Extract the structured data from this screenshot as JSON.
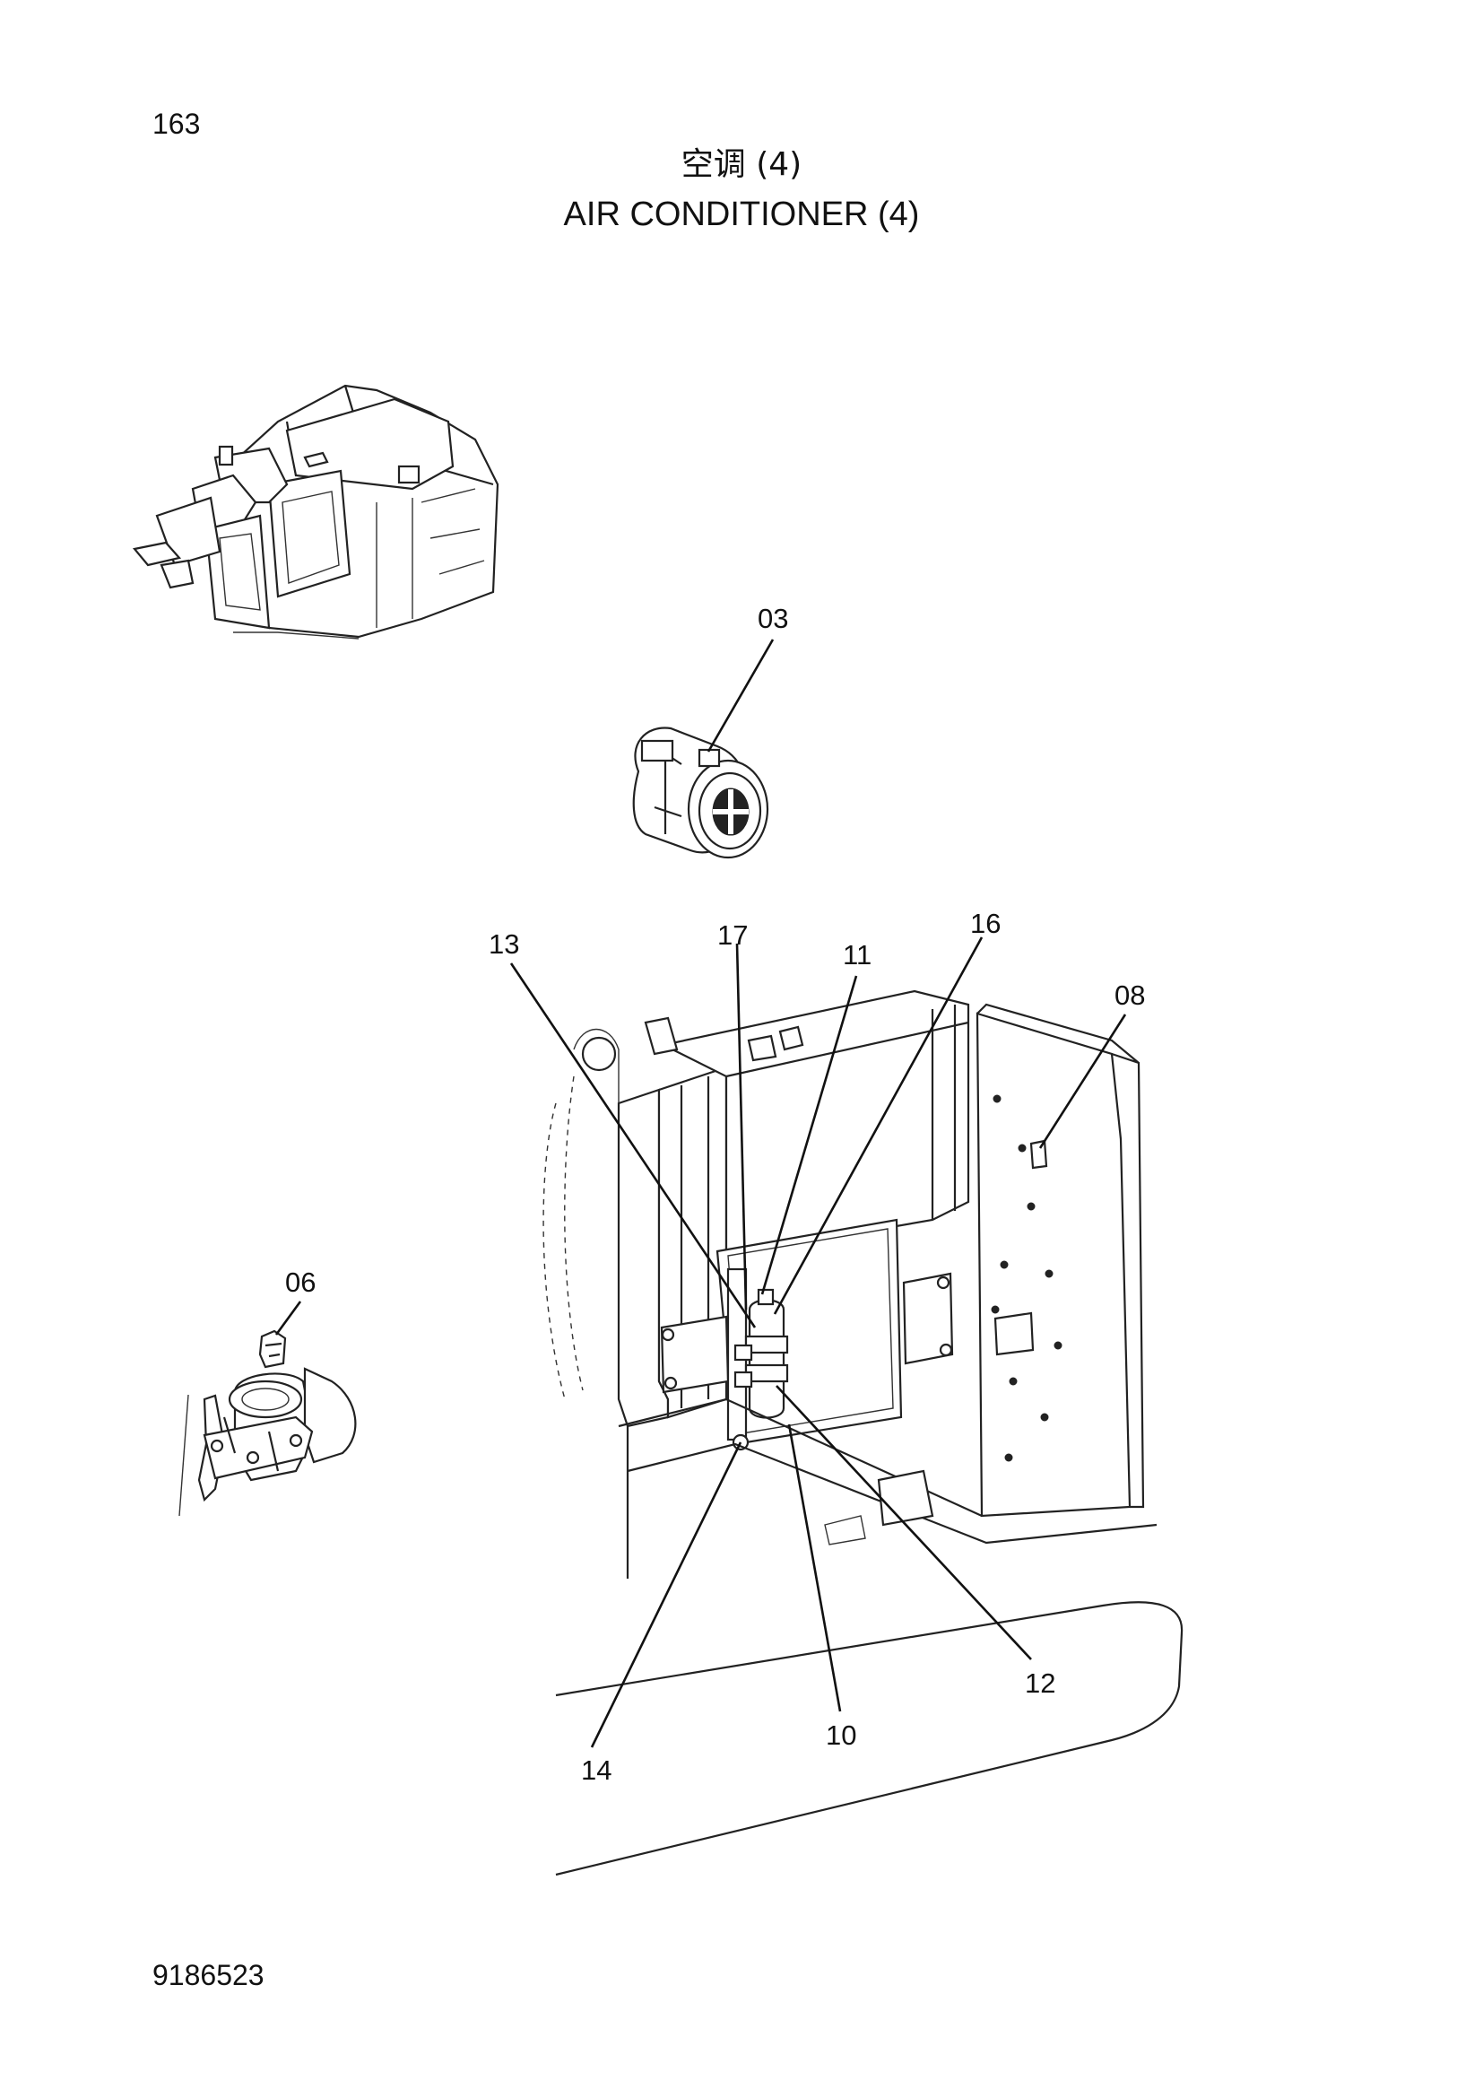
{
  "page_number": "163",
  "title_cn": "空调 (4)",
  "title_en": "AIR CONDITIONER (4)",
  "doc_number": "9186523",
  "callouts": [
    "03",
    "06",
    "08",
    "10",
    "11",
    "12",
    "13",
    "14",
    "16",
    "17"
  ]
}
